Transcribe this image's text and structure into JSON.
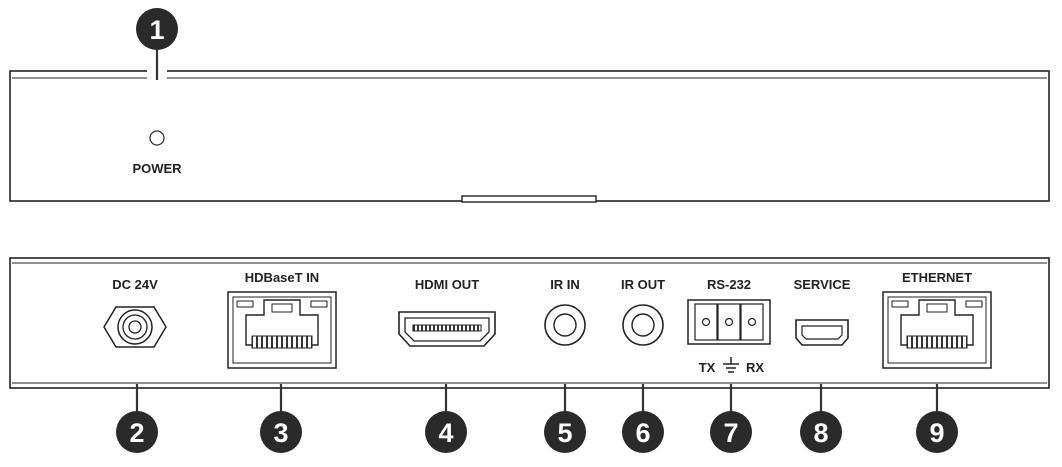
{
  "front_panel": {
    "power_label": "POWER",
    "callout": "1"
  },
  "rear_panel": {
    "ports": [
      {
        "label": "DC 24V",
        "callout": "2"
      },
      {
        "label": "HDBaseT IN",
        "callout": "3"
      },
      {
        "label": "HDMI OUT",
        "callout": "4"
      },
      {
        "label": "IR IN",
        "callout": "5"
      },
      {
        "label": "IR OUT",
        "callout": "6"
      },
      {
        "label": "RS-232",
        "callout": "7",
        "pin_tx": "TX",
        "pin_rx": "RX"
      },
      {
        "label": "SERVICE",
        "callout": "8"
      },
      {
        "label": "ETHERNET",
        "callout": "9"
      }
    ]
  }
}
